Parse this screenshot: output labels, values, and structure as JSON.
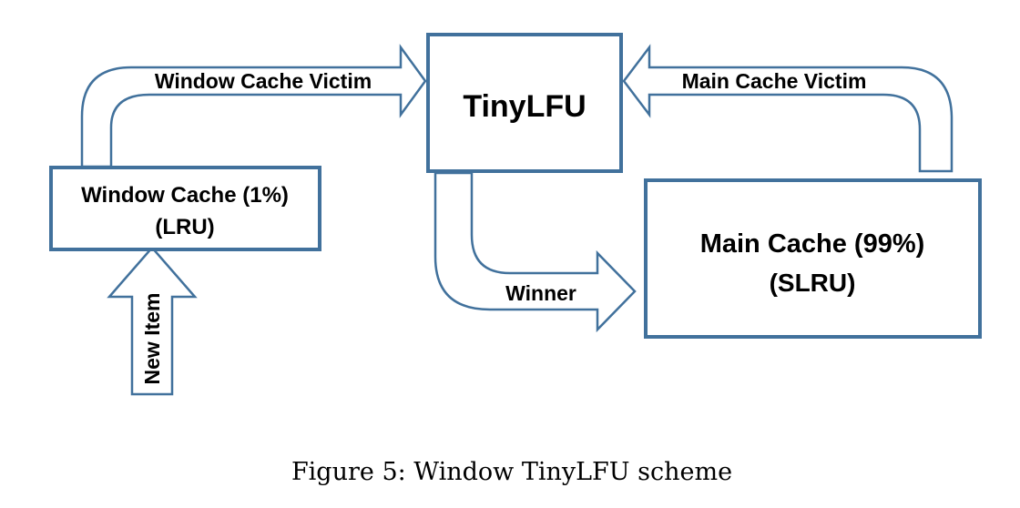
{
  "nodes": {
    "tinylfu": {
      "label": "TinyLFU"
    },
    "window_cache": {
      "line1": "Window Cache (1%)",
      "line2": "(LRU)"
    },
    "main_cache": {
      "line1": "Main Cache (99%)",
      "line2": "(SLRU)"
    }
  },
  "edges": {
    "window_victim": {
      "label": "Window Cache Victim"
    },
    "main_victim": {
      "label": "Main Cache Victim"
    },
    "winner": {
      "label": "Winner"
    },
    "new_item": {
      "label": "New Item"
    }
  },
  "caption": "Figure 5: Window TinyLFU scheme",
  "colors": {
    "stroke": "#41719c",
    "text": "#000000"
  }
}
